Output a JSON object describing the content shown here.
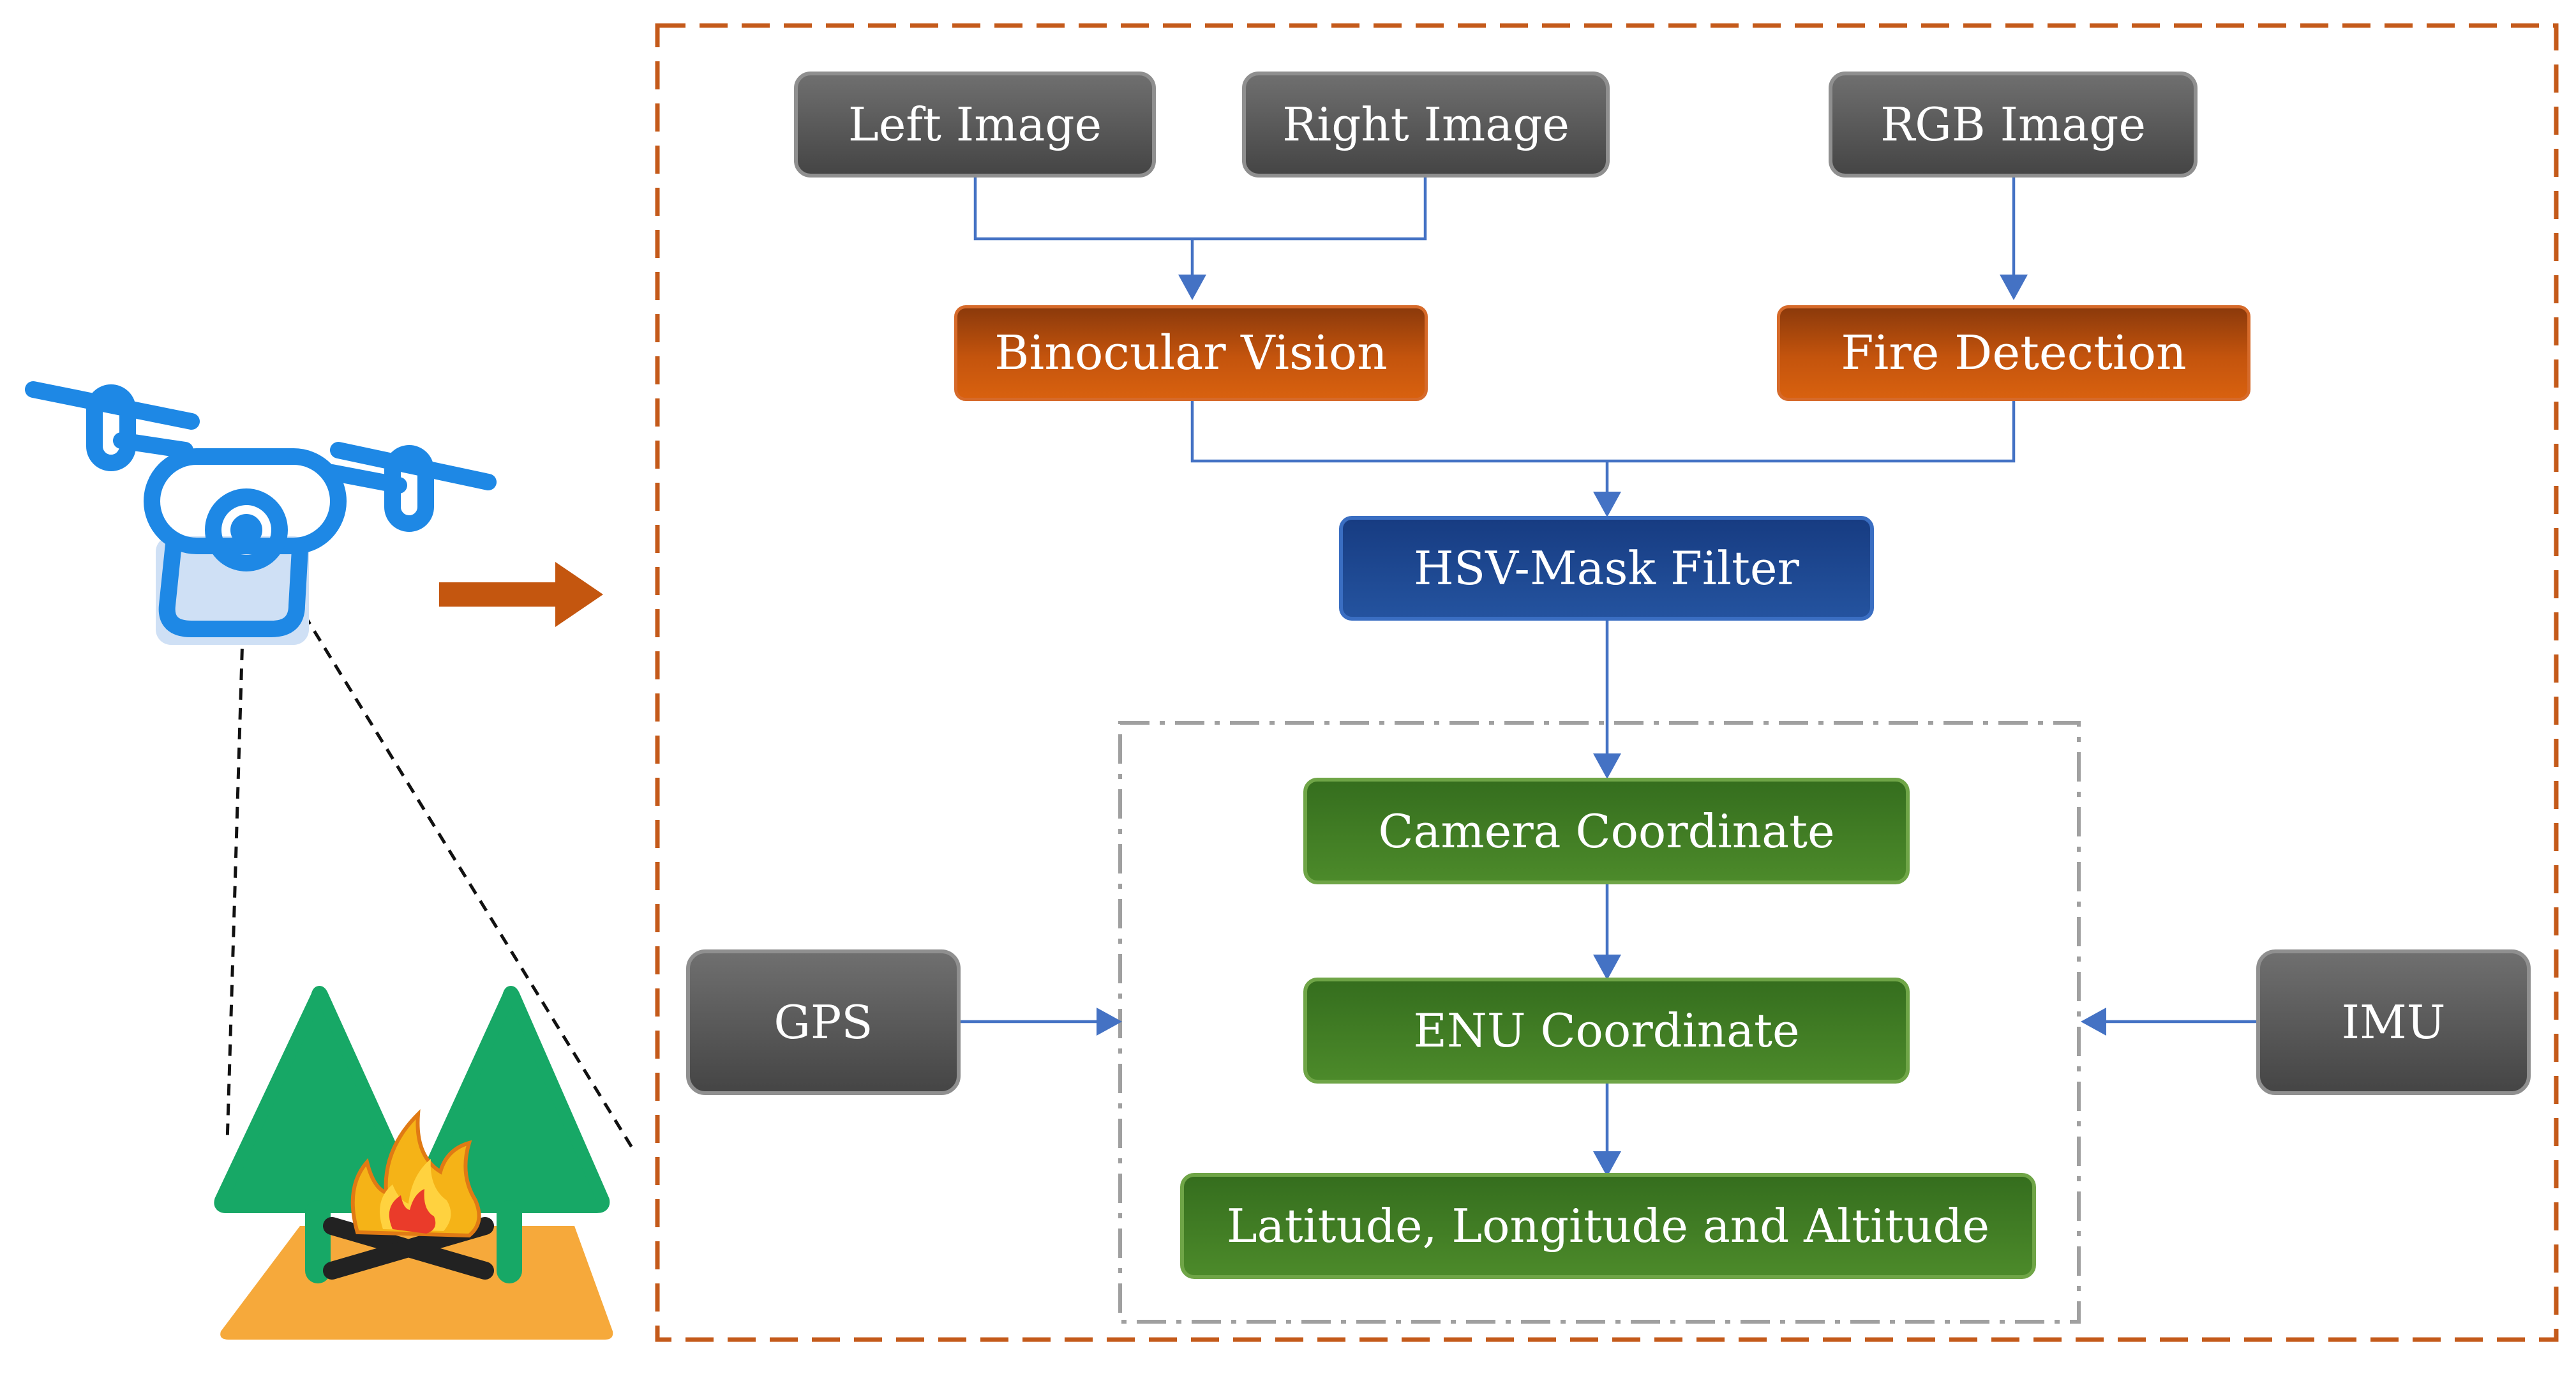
{
  "nodes": {
    "left_image": "Left Image",
    "right_image": "Right Image",
    "rgb_image": "RGB Image",
    "binocular_vision": "Binocular Vision",
    "fire_detection": "Fire Detection",
    "hsv_mask_filter": "HSV-Mask Filter",
    "camera_coordinate": "Camera Coordinate",
    "enu_coordinate": "ENU Coordinate",
    "lat_lon_alt": "Latitude, Longitude and Altitude",
    "gps": "GPS",
    "imu": "IMU"
  },
  "icons": {
    "drone": "drone-icon",
    "forest_fire": "forest-fire-icon",
    "flow_arrow": "right-arrow-icon"
  },
  "colors": {
    "outer_border": "#c45a1a",
    "inner_border": "#a0a0a0",
    "connector": "#4472c4",
    "drone": "#1e88e5",
    "tree": "#17a866",
    "ground": "#f6a93b",
    "flow_arrow": "#c4560f"
  }
}
